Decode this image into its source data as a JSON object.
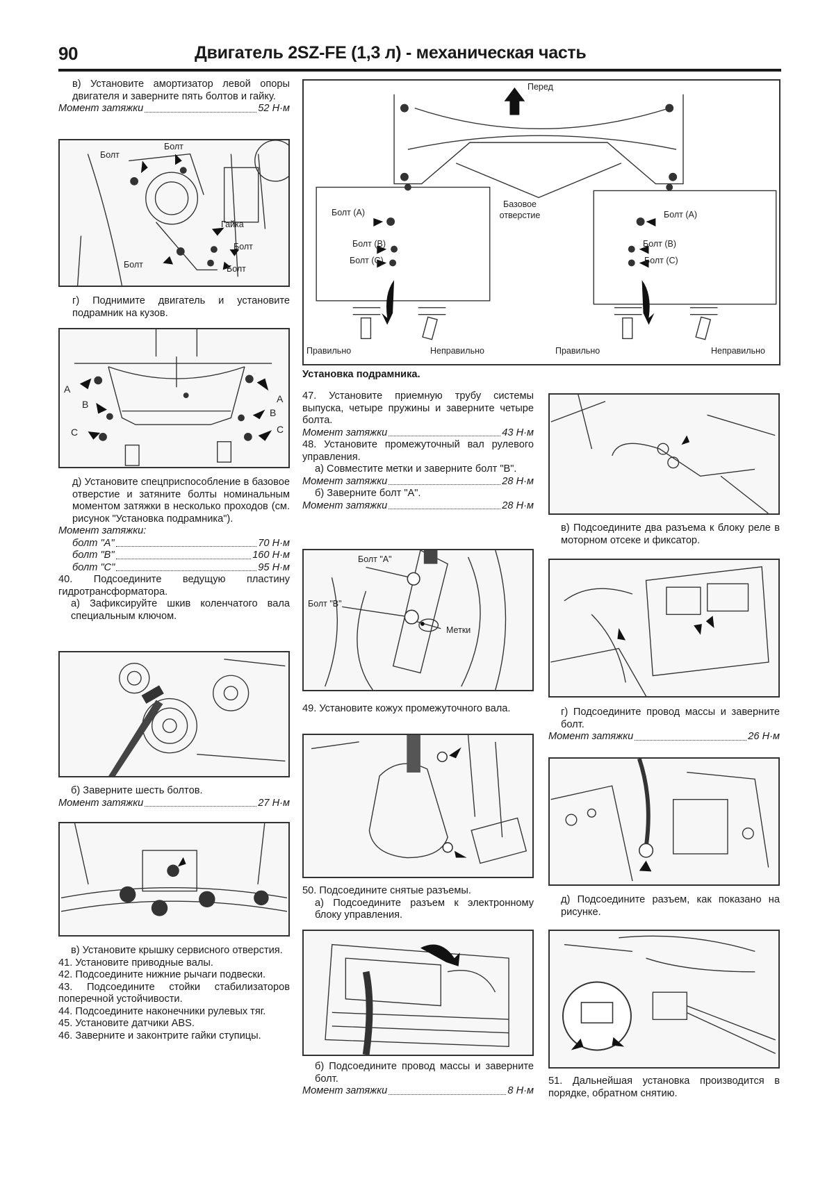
{
  "header": {
    "page_number": "90",
    "title": "Двигатель 2SZ-FE (1,3 л) - механическая часть"
  },
  "left_column": {
    "step_v_mount": "в) Установите амортизатор левой опоры двигателя и заверните пять болтов и гайку.",
    "torque_mount": {
      "label": "Момент затяжки",
      "value": "52 Н·м"
    },
    "fig_mount_labels": {
      "bolt1": "Болт",
      "bolt2": "Болт",
      "nut": "Гайка",
      "bolt3": "Болт",
      "bolt4": "Болт",
      "bolt5": "Болт"
    },
    "step_g_lift": "г) Поднимите двигатель и установите подрамник на кузов.",
    "fig_subframe_labels": {
      "a_left": "A",
      "b_left": "B",
      "c_left": "C",
      "a_right": "A",
      "b_right": "B",
      "c_right": "C"
    },
    "step_d_tool": "д) Установите спецприспособление в базовое отверстие и затяните болты номинальным моментом затяжки в несколько проходов (см. рисунок \"Установка подрамника\").",
    "torque_multi_label": "Момент затяжки:",
    "torque_bolts": [
      {
        "label": "болт \"A\"",
        "value": "70 Н·м"
      },
      {
        "label": "болт \"B\"",
        "value": "160 Н·м"
      },
      {
        "label": "болт \"C\"",
        "value": "95 Н·м"
      }
    ],
    "step_40": "40. Подсоедините ведущую пластину гидротрансформатора.",
    "step_40a": "а) Зафиксируйте шкив коленчатого вала специальным ключом.",
    "step_40b": "б) Заверните шесть болтов.",
    "torque_40b": {
      "label": "Момент затяжки",
      "value": "27 Н·м"
    },
    "step_40v": "в) Установите крышку сервисного отверстия.",
    "steps_41_46": [
      "41. Установите приводные валы.",
      "42. Подсоедините нижние рычаги подвески.",
      "43. Подсоедините стойки стабилизаторов поперечной устойчивости.",
      "44. Подсоедините наконечники рулевых тяг.",
      "45. Установите датчики ABS.",
      "46. Заверните и законтрите гайки ступицы."
    ]
  },
  "big_figure": {
    "front_label": "Перед",
    "base_hole_label": "Базовое отверстие",
    "left_inset": {
      "bolt_a": "Болт (A)",
      "bolt_b": "Болт (B)",
      "bolt_c": "Болт (C)"
    },
    "right_inset": {
      "bolt_a": "Болт (A)",
      "bolt_b": "Болт (B)",
      "bolt_c": "Болт (C)"
    },
    "correct_left": "Правильно",
    "incorrect_left": "Неправильно",
    "correct_right": "Правильно",
    "incorrect_right": "Неправильно",
    "caption": "Установка подрамника."
  },
  "middle_column": {
    "step_47": "47. Установите приемную трубу системы выпуска, четыре пружины и заверните четыре болта.",
    "torque_47": {
      "label": "Момент затяжки",
      "value": "43 Н·м"
    },
    "step_48": "48. Установите промежуточный вал рулевого управления.",
    "step_48a": "а) Совместите метки и заверните болт \"B\".",
    "torque_48a": {
      "label": "Момент затяжки",
      "value": "28 Н·м"
    },
    "step_48b": "б) Заверните болт \"A\".",
    "torque_48b": {
      "label": "Момент затяжки",
      "value": "28 Н·м"
    },
    "fig_shaft_labels": {
      "bolt_a": "Болт \"A\"",
      "bolt_b": "Болт \"B\"",
      "marks": "Метки"
    },
    "step_49": "49. Установите кожух промежуточного вала.",
    "step_50": "50. Подсоедините снятые разъемы.",
    "step_50a": "а) Подсоедините разъем к электронному блоку управления.",
    "step_50b": "б) Подсоедините провод массы и заверните болт.",
    "torque_50b": {
      "label": "Момент затяжки",
      "value": "8 Н·м"
    }
  },
  "right_column": {
    "step_50v": "в) Подсоедините два разъема к блоку реле в моторном отсеке и фиксатор.",
    "step_50g": "г) Подсоедините провод массы и заверните болт.",
    "torque_50g": {
      "label": "Момент затяжки",
      "value": "26 Н·м"
    },
    "step_50d": "д) Подсоедините разъем, как показано на рисунке.",
    "step_51": "51. Дальнейшая установка производится в порядке, обратном снятию."
  }
}
